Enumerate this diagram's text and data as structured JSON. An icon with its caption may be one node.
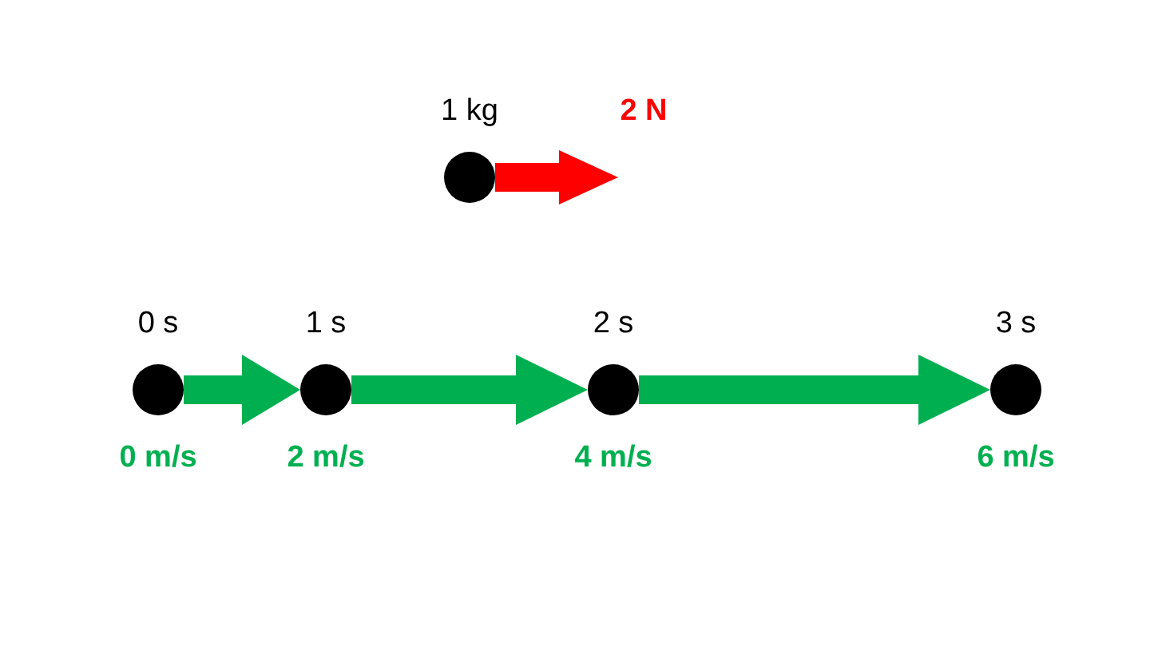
{
  "diagram": {
    "nodes": [
      {
        "text": [],
        "shape": "circle",
        "beside": [
          "1 kg"
        ]
      },
      {
        "text": [],
        "shape": "circle",
        "beside": [
          "0 s",
          "0 m/s"
        ]
      },
      {
        "text": [],
        "shape": "circle",
        "beside": [
          "1 s",
          "2 m/s"
        ]
      },
      {
        "text": [],
        "shape": "circle",
        "beside": [
          "2 s",
          "4 m/s"
        ]
      },
      {
        "text": [],
        "shape": "circle",
        "beside": [
          "3 s",
          "6 m/s"
        ]
      }
    ],
    "edges": [
      {
        "from": 1,
        "to": 2,
        "arrow": "to"
      },
      {
        "from": 2,
        "to": 3,
        "arrow": "to"
      },
      {
        "from": 3,
        "to": 4,
        "arrow": "to"
      }
    ],
    "labels": [
      "2 N"
    ]
  }
}
